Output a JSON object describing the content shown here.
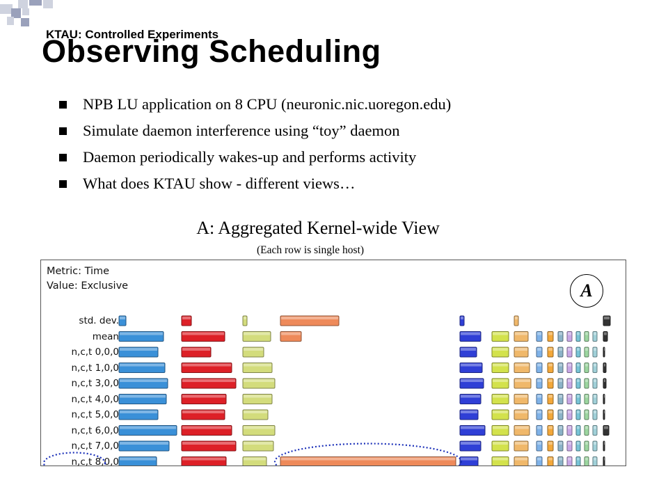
{
  "slide": {
    "subtitle": "KTAU: Controlled Experiments",
    "title": "Observing Scheduling",
    "bullets": [
      "NPB LU application on 8 CPU (neuronic.nic.uoregon.edu)",
      "Simulate daemon interference using “toy” daemon",
      "Daemon periodically wakes-up and performs activity",
      "What does KTAU show - different views…"
    ],
    "view_title": "A: Aggregated Kernel-wide View",
    "view_note": "(Each row is single host)"
  },
  "figure": {
    "metric_label": "Metric: Time",
    "value_label": "Value: Exclusive",
    "badge": "A",
    "rows": [
      "std. dev.",
      "mean",
      "n,c,t 0,0,0",
      "n,c,t 1,0,0",
      "n,c,t 3,0,0",
      "n,c,t 4,0,0",
      "n,c,t 5,0,0",
      "n,c,t 6,0,0",
      "n,c,t 7,0,0",
      "n,c,t 8,0,0"
    ],
    "colors": {
      "c1": "#3a90d8",
      "c2": "#dd2027",
      "c3": "#d3dc7c",
      "c4": "#ee8a5a",
      "c5": "#2f3fd6",
      "c6": "#d3e24c",
      "c7": "#f0b86a",
      "c8": "#7fb2e8",
      "c9": "#f3a83a",
      "c10": "#8cb3c8",
      "c11": "#c8a8e6",
      "c12": "#78c4d6",
      "c13": "#9cd6a0",
      "c14": "#a0d0d8",
      "c15": "#333333",
      "highlight": "#1a2fb8"
    }
  },
  "chart_data": {
    "type": "bar",
    "orientation": "horizontal",
    "title": "",
    "categories": [
      "std. dev.",
      "mean",
      "n,c,t 0,0,0",
      "n,c,t 1,0,0",
      "n,c,t 3,0,0",
      "n,c,t 4,0,0",
      "n,c,t 5,0,0",
      "n,c,t 6,0,0",
      "n,c,t 7,0,0",
      "n,c,t 8,0,0"
    ],
    "series": [
      {
        "color": "c1",
        "values": [
          10,
          64,
          56,
          66,
          70,
          68,
          56,
          83,
          72,
          54
        ]
      },
      {
        "color": "c2",
        "values": [
          14,
          62,
          42,
          72,
          78,
          64,
          62,
          72,
          78,
          64
        ]
      },
      {
        "color": "c3",
        "values": [
          6,
          40,
          30,
          42,
          46,
          42,
          36,
          46,
          44,
          34
        ]
      },
      {
        "color": "c4",
        "values": [
          84,
          30,
          0,
          0,
          0,
          0,
          0,
          0,
          0,
          252
        ]
      },
      {
        "color": "c5",
        "values": [
          6,
          30,
          24,
          32,
          34,
          30,
          26,
          36,
          30,
          26
        ]
      },
      {
        "color": "c6",
        "values": [
          0,
          24,
          24,
          24,
          24,
          24,
          24,
          24,
          24,
          24
        ]
      },
      {
        "color": "c7",
        "values": [
          6,
          20,
          20,
          22,
          24,
          20,
          20,
          22,
          20,
          20
        ]
      },
      {
        "color": "c8",
        "values": [
          0,
          8,
          8,
          8,
          8,
          8,
          8,
          8,
          8,
          8
        ]
      },
      {
        "color": "c9",
        "values": [
          0,
          8,
          8,
          8,
          8,
          8,
          8,
          8,
          8,
          8
        ]
      },
      {
        "color": "c10",
        "values": [
          0,
          7,
          7,
          7,
          7,
          7,
          7,
          7,
          7,
          7
        ]
      },
      {
        "color": "c11",
        "values": [
          0,
          7,
          7,
          7,
          7,
          7,
          7,
          7,
          7,
          7
        ]
      },
      {
        "color": "c12",
        "values": [
          0,
          6,
          6,
          6,
          6,
          6,
          6,
          6,
          6,
          6
        ]
      },
      {
        "color": "c13",
        "values": [
          0,
          6,
          6,
          6,
          6,
          6,
          6,
          6,
          6,
          6
        ]
      },
      {
        "color": "c14",
        "values": [
          0,
          6,
          6,
          6,
          6,
          6,
          6,
          6,
          6,
          6
        ]
      },
      {
        "color": "c15",
        "values": [
          10,
          6,
          2,
          4,
          4,
          2,
          2,
          8,
          2,
          2
        ]
      }
    ],
    "highlighted": [
      "n,c,t 8,0,0"
    ]
  }
}
